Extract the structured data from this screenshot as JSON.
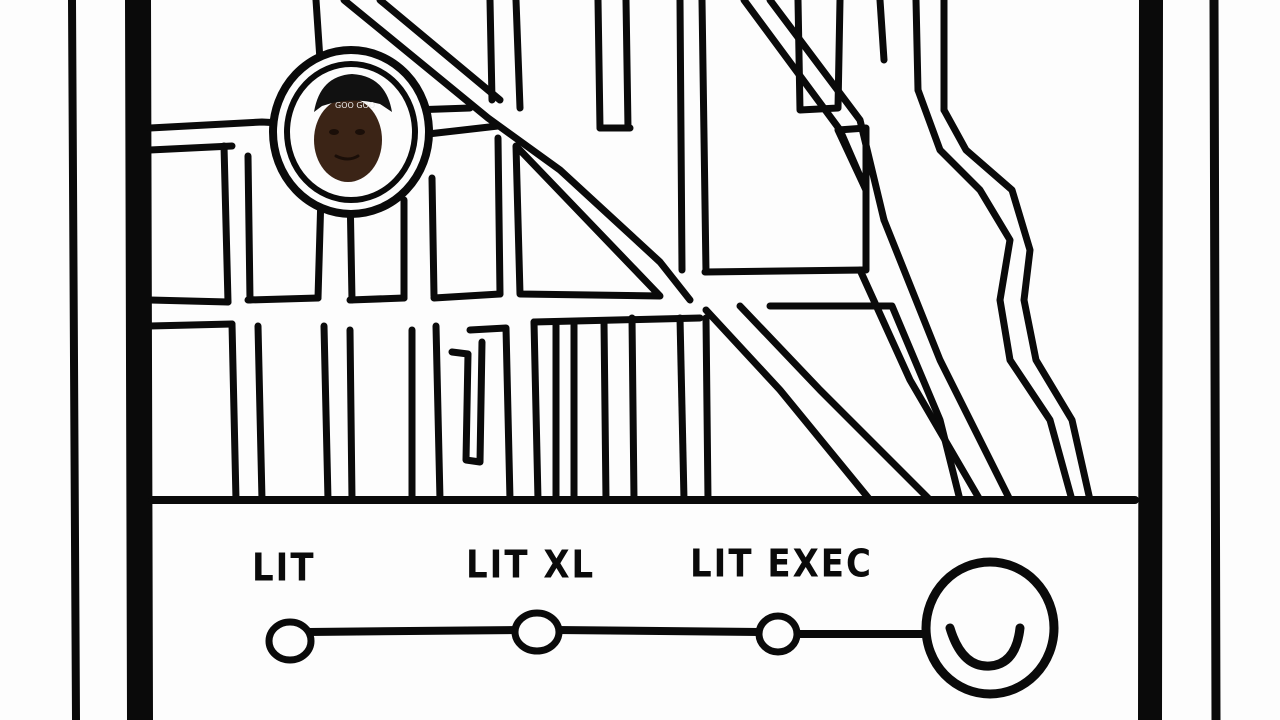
{
  "ride_options": [
    {
      "label": "LIT"
    },
    {
      "label": "LIT XL"
    },
    {
      "label": "LIT EXEC"
    }
  ],
  "slider": {
    "selected_index": 3
  },
  "icons": {
    "location_pin": "user-location-pin-icon",
    "confirm": "smile-confirm-icon"
  },
  "colors": {
    "ink": "#0a0a0a",
    "paper": "#fdfdfd",
    "skin": "#3b2416",
    "durag": "#111111"
  }
}
